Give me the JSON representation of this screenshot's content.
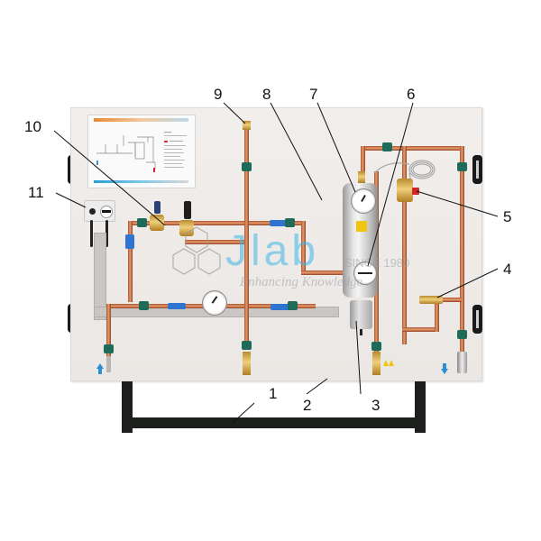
{
  "scene": {
    "subject": "Wall-mounted hot water / plumbing training panel on a black stand",
    "background_color": "#ffffff",
    "board_color": "#eeebe8",
    "pipe_color": "#d07f52",
    "clamp_color": "#1f6b5a",
    "valve_color": "#2f74d0"
  },
  "callouts": [
    {
      "number": "1",
      "part": "stand"
    },
    {
      "number": "2",
      "part": "panel-board"
    },
    {
      "number": "3",
      "part": "tank-base-unit"
    },
    {
      "number": "4",
      "part": "tee-fitting-valve"
    },
    {
      "number": "5",
      "part": "thermostatic-mixing-valve"
    },
    {
      "number": "6",
      "part": "lower-thermometer-gauge"
    },
    {
      "number": "7",
      "part": "upper-pressure-gauge"
    },
    {
      "number": "8",
      "part": "water-heater-tank"
    },
    {
      "number": "9",
      "part": "vertical-riser-pipe"
    },
    {
      "number": "10",
      "part": "safety-valve-group"
    },
    {
      "number": "11",
      "part": "electrical-switch-box"
    }
  ],
  "watermark": {
    "brand": "Jlab",
    "since": "SINCE 1980",
    "tagline": "Enhancing Knowledge ..."
  }
}
